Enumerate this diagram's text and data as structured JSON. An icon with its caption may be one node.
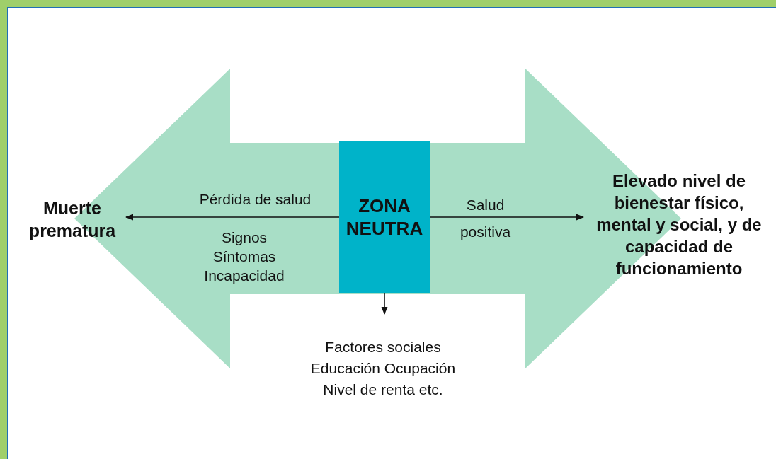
{
  "diagram": {
    "nodes": [
      {
        "text": [
          "Muerte prematura"
        ]
      },
      {
        "text": [
          "ZONA NEUTRA"
        ]
      },
      {
        "text": [
          "Elevado nivel de bienestar físico, mental y social, y de capacidad de funcionamiento"
        ]
      },
      {
        "text": [
          "Factores sociales Educación Ocupación Nivel de renta etc."
        ]
      }
    ],
    "edges": [
      {
        "from": 1,
        "to": 0,
        "arrow": "to",
        "label": "Pérdida de salud"
      },
      {
        "from": 1,
        "to": 2,
        "arrow": "to",
        "label": "Salud positiva"
      },
      {
        "from": 1,
        "to": 3,
        "arrow": "to"
      },
      {
        "from": 0,
        "to": 2,
        "arrow": "both",
        "style": "thick",
        "color": "#a8dec6"
      }
    ],
    "labels": [
      "Signos Síntomas Incapacidad"
    ]
  }
}
